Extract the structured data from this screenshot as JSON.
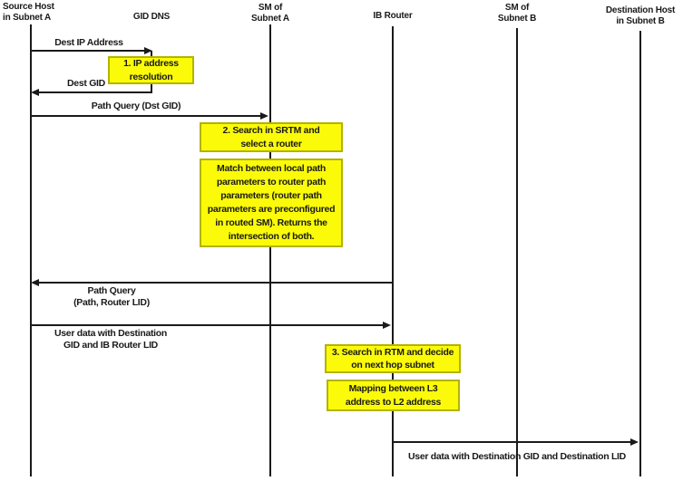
{
  "colors": {
    "background": "#ffffff",
    "line": "#1a1a1a",
    "text": "#1a1a1a",
    "note_fill": "#fbfb09",
    "note_border": "#b3b300"
  },
  "actors": [
    {
      "name": "Source Host in Subnet A",
      "line1": "Source Host",
      "line2": "in Subnet A"
    },
    {
      "name": "GID DNS",
      "line1": "GID DNS"
    },
    {
      "name": "SM of Subnet A",
      "line1": "SM of",
      "line2": "Subnet A"
    },
    {
      "name": "IB Router",
      "line1": "IB Router"
    },
    {
      "name": "SM of Subnet B",
      "line1": "SM of",
      "line2": "Subnet B"
    },
    {
      "name": "Destination Host in Subnet B",
      "line1": "Destination Host",
      "line2": "in Subnet B"
    }
  ],
  "messages": [
    {
      "label": "Dest IP Address",
      "from": "Source Host in Subnet A",
      "to": "GID DNS"
    },
    {
      "label": "Dest GID",
      "from": "GID DNS",
      "to": "Source Host in Subnet A"
    },
    {
      "label": "Path Query (Dst GID)",
      "from": "Source Host in Subnet A",
      "to": "SM of Subnet A"
    },
    {
      "label_line1": "Path Query",
      "label_line2": "(Path, Router LID)",
      "from": "IB Router",
      "to": "Source Host in Subnet A"
    },
    {
      "label_line1": "User data with Destination",
      "label_line2": "GID and IB Router LID",
      "from": "Source Host in Subnet A",
      "to": "IB Router"
    },
    {
      "label": "User data with Destination GID and Destination LID",
      "from": "IB Router",
      "to": "Destination Host in Subnet B"
    }
  ],
  "notes": [
    {
      "text": "1. IP address\nresolution"
    },
    {
      "text": "2. Search in SRTM and\nselect a router"
    },
    {
      "text": "Match between local path\nparameters to router path\nparameters (router path\nparameters are preconfigured\nin routed SM). Returns the\nintersection of both."
    },
    {
      "text": "3. Search in RTM and decide\non next hop  subnet"
    },
    {
      "text": "Mapping between L3\naddress to L2 address"
    }
  ]
}
